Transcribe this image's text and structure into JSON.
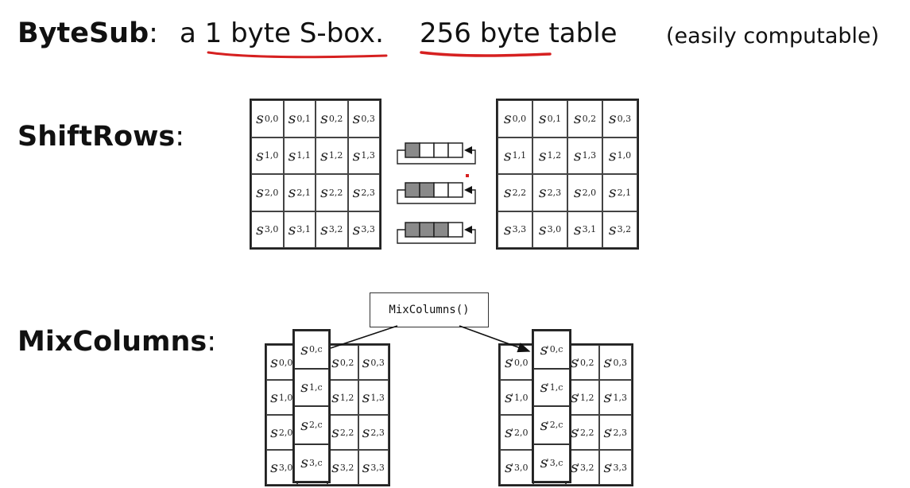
{
  "bytesub": {
    "label": "ByteSub",
    "colon": ":",
    "desc": "a 1 byte S-box.",
    "table": "256 byte table",
    "note": "(easily computable)"
  },
  "shiftrows": {
    "label": "ShiftRows",
    "colon": ":",
    "before": [
      [
        "0,0",
        "0,1",
        "0,2",
        "0,3"
      ],
      [
        "1,0",
        "1,1",
        "1,2",
        "1,3"
      ],
      [
        "2,0",
        "2,1",
        "2,2",
        "2,3"
      ],
      [
        "3,0",
        "3,1",
        "3,2",
        "3,3"
      ]
    ],
    "after": [
      [
        "0,0",
        "0,1",
        "0,2",
        "0,3"
      ],
      [
        "1,1",
        "1,2",
        "1,3",
        "1,0"
      ],
      [
        "2,2",
        "2,3",
        "2,0",
        "2,1"
      ],
      [
        "3,3",
        "3,0",
        "3,1",
        "3,2"
      ]
    ],
    "shift_amounts": [
      1,
      2,
      3
    ]
  },
  "mixcolumns": {
    "label": "MixColumns",
    "colon": ":",
    "function_label": "MixColumns()",
    "left_grid": [
      [
        "0,0",
        "",
        "0,2",
        "0,3"
      ],
      [
        "1,0",
        "",
        "1,2",
        "1,3"
      ],
      [
        "2,0",
        "",
        "2,2",
        "2,3"
      ],
      [
        "3,0",
        "",
        "3,2",
        "3,3"
      ]
    ],
    "left_column": [
      "0,c",
      "1,c",
      "2,c",
      "3,c"
    ],
    "right_grid": [
      [
        "0,0",
        "",
        "0,2",
        "0,3"
      ],
      [
        "1,0",
        "",
        "1,2",
        "1,3"
      ],
      [
        "2,0",
        "",
        "2,2",
        "2,3"
      ],
      [
        "3,0",
        "",
        "3,2",
        "3,3"
      ]
    ],
    "right_column": [
      "0,c",
      "1,c",
      "2,c",
      "3,c"
    ]
  },
  "colors": {
    "underline": "#d62020",
    "shaded": "#8a8a8a",
    "stroke": "#222222"
  }
}
